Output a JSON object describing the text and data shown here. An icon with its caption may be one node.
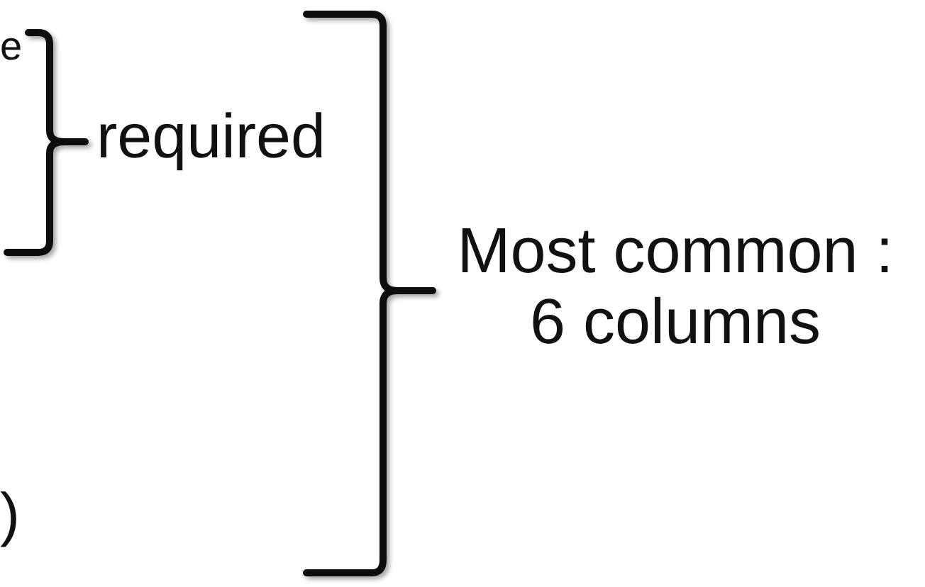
{
  "diagram": {
    "labels": [
      "e",
      "required",
      "Most common : 6 columns",
      ")"
    ]
  }
}
